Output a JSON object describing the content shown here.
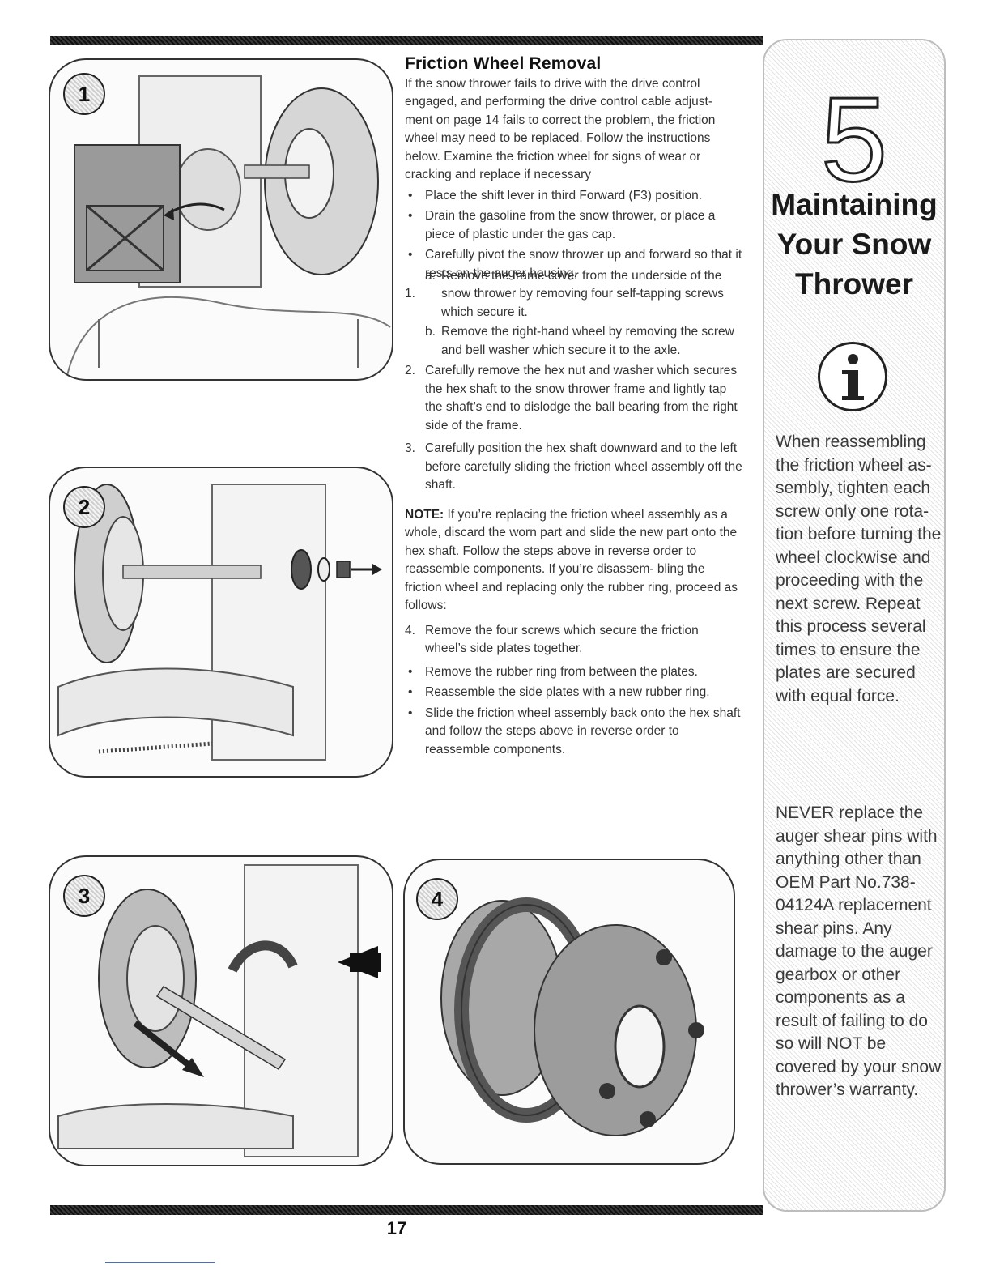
{
  "section": {
    "title": "Friction Wheel Removal",
    "intro": "If the snow thrower fails to drive with the drive control engaged, and performing the drive control cable adjust- ment on page 14 fails to correct the problem, the friction wheel may need to be replaced. Follow the instructions below. Examine the friction wheel for signs of wear or cracking and replace if necessary",
    "prep_bullets": [
      "Place the shift lever in third Forward (F3) position.",
      "Drain the gasoline from the snow thrower, or place a piece of plastic under the gas cap.",
      "Carefully pivot the snow thrower up and forward so that it rests on the auger housing."
    ],
    "steps": {
      "s1_num": "1.",
      "s1a_num": "a.",
      "s1a": "Remove the frame cover from the underside of the snow thrower by removing four self-tapping screws which secure it.",
      "s1b_num": "b.",
      "s1b": "Remove the right-hand wheel by removing the screw and bell washer which secure it to the axle.",
      "s2_num": "2.",
      "s2": "Carefully remove the hex nut and washer which secures the hex shaft to the snow thrower frame and lightly tap the shaft’s end to dislodge the ball bearing from the right side of the frame.",
      "s3_num": "3.",
      "s3": "Carefully position the hex shaft downward and to the left before carefully sliding the friction wheel assembly off the shaft."
    },
    "note_label": "NOTE:",
    "note_text": "If you’re replacing the friction wheel assembly as a whole, discard the worn part and slide the new part onto the hex shaft. Follow the steps above in reverse order to reassemble components. If you’re disassem- bling the friction wheel and replacing only the rubber ring, proceed as follows:",
    "step4_num": "4.",
    "step4": "Remove the four screws which secure the friction wheel’s side plates together.",
    "final_bullets": [
      "Remove the rubber ring from between the plates.",
      "Reassemble the side plates with a new rubber ring.",
      "Slide the friction wheel assembly back onto the hex shaft and follow the steps above in reverse order to reassemble components."
    ]
  },
  "figures": {
    "fig1": "1",
    "fig2": "2",
    "fig3": "3",
    "fig4": "4"
  },
  "sidebar": {
    "chapter_number": "5",
    "title_lines": [
      "Maintaining",
      "Your Snow",
      "Thrower"
    ],
    "tip": "When reassembling the friction wheel as- sembly, tighten each screw only one rota- tion before turning the wheel clockwise and proceeding with the next screw. Repeat this process several times to ensure the plates are secured with equal force.",
    "warning": "NEVER replace the auger shear pins with anything other than OEM Part No.738-04124A replacement shear pins. Any damage to the auger gearbox or other components as a result of failing to do so will NOT be covered by your snow thrower’s warranty."
  },
  "page_number": "17"
}
